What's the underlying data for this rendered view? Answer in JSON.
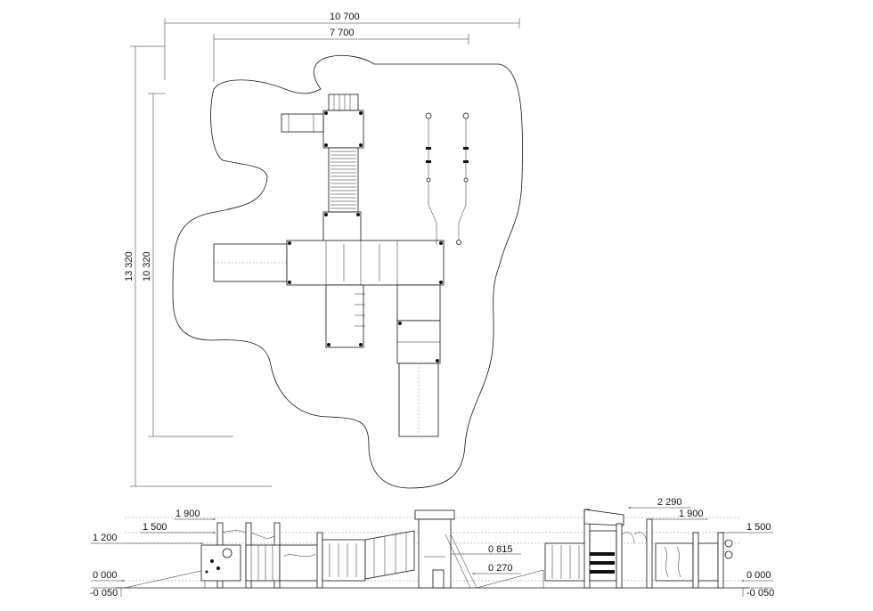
{
  "plan": {
    "dims": {
      "overall_width": "10 700",
      "inner_width": "7 700",
      "overall_depth": "13 320",
      "inner_depth": "10 320"
    }
  },
  "elevation": {
    "left_levels": {
      "l1900": "1 900",
      "l1500": "1 500",
      "l1200": "1 200",
      "l0000": "0 000",
      "lneg050": "-0 050"
    },
    "mid_levels": {
      "l0815": "0 815",
      "l0270": "0 270"
    },
    "right_levels": {
      "l2290": "2 290",
      "l1900": "1 900",
      "l1500": "1 500",
      "l0000": "0 000",
      "lneg050": "-0 050"
    }
  }
}
